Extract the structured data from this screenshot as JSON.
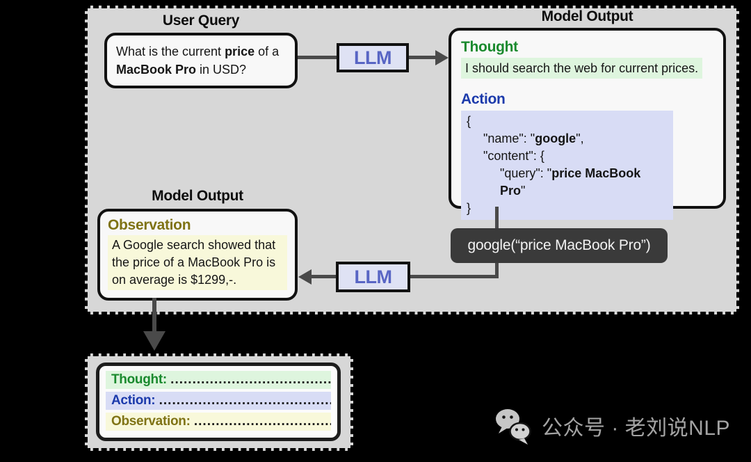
{
  "colors": {
    "container_bg": "#d7d7d7",
    "box_bg": "#f8f8f8",
    "box_border": "#111111",
    "llm_bg": "#dfe2f4",
    "llm_text": "#5865c4",
    "thought_green": "#1a8a2e",
    "thought_highlight": "#def5de",
    "action_blue": "#1b3aab",
    "action_highlight": "#d8dcf5",
    "observation_olive": "#7f7315",
    "observation_highlight": "#f8f8da",
    "tool_box_bg": "#3a3a3a",
    "arrow": "#4a4a4a"
  },
  "titles": {
    "user_query": "User Query",
    "model_output_top": "Model Output",
    "model_output_left": "Model Output"
  },
  "user_query": {
    "t1": "What is the current ",
    "b1": "price",
    "t2": " of a ",
    "b2": "MacBook Pro",
    "t3": " in USD?"
  },
  "llm_top": {
    "label": "LLM"
  },
  "llm_bottom": {
    "label": "LLM"
  },
  "model_output_top": {
    "thought_label": "Thought",
    "thought_text": "I should search the web for current prices.",
    "action_label": "Action",
    "action_code": {
      "l1": "{",
      "l2a": "\"name\": \"",
      "l2b": "google",
      "l2c": "\",",
      "l3": "\"content\": {",
      "l4a": "\"query\": \"",
      "l4b": "price MacBook Pro",
      "l4c": "\"",
      "l5": "}"
    }
  },
  "tool_call": {
    "text": "google(“price MacBook Pro”)"
  },
  "model_output_left": {
    "observation_label": "Observation",
    "observation_text": "A Google search showed that the price of a MacBook Pro is on average is $1299,-."
  },
  "bottom_panel": {
    "rows": [
      {
        "label": "Thought:",
        "dots": "..........................................."
      },
      {
        "label": "Action:",
        "dots": "..............................................."
      },
      {
        "label": "Observation:",
        "dots": "......................................"
      }
    ]
  },
  "watermark": {
    "text": "公众号 · 老刘说NLP"
  }
}
